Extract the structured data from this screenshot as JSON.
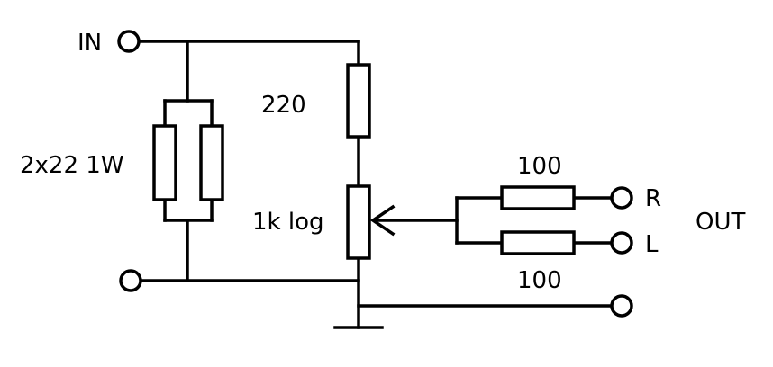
{
  "labels": {
    "input": "IN",
    "shunt_resistors": "2x22 1W",
    "series_resistor": "220",
    "potentiometer": "1k log",
    "right_resistor": "100",
    "left_resistor": "100",
    "right_channel": "R",
    "left_channel": "L",
    "output": "OUT"
  }
}
